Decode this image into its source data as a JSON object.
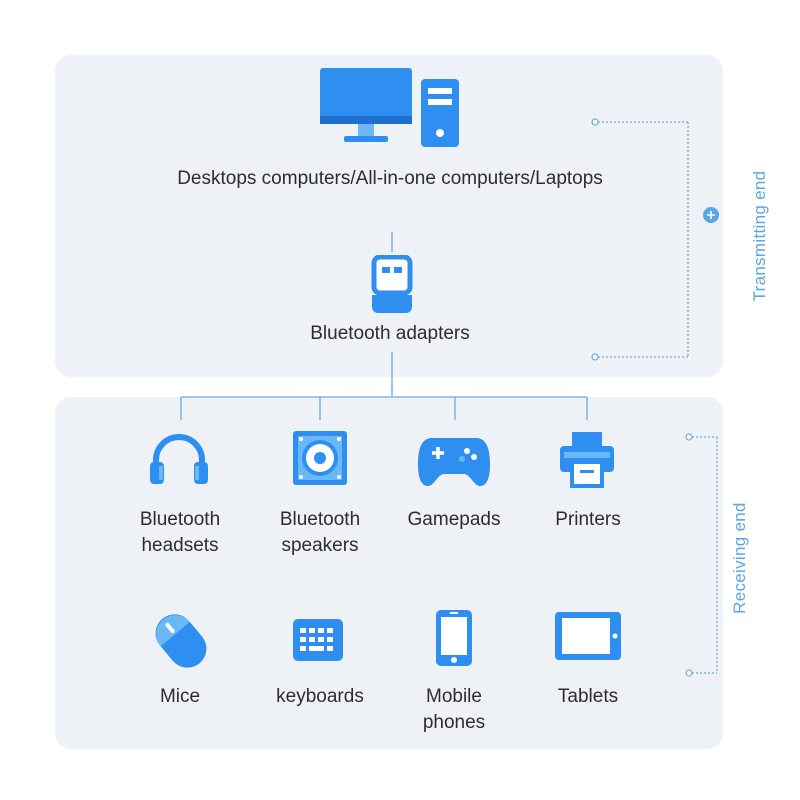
{
  "colors": {
    "accent": "#2f8ff0",
    "accent_light": "#6ab8f5",
    "line": "#5aa6e6",
    "panel": "#eef1f6"
  },
  "transmitting": {
    "side_label": "Transmitting end",
    "computers_label": "Desktops computers/All-in-one computers/Laptops",
    "adapter_label": "Bluetooth adapters",
    "icons": [
      "monitor-icon",
      "pc-tower-icon",
      "usb-adapter-icon",
      "plus-icon"
    ]
  },
  "receiving": {
    "side_label": "Receiving end",
    "devices": [
      {
        "label": "Bluetooth\nheadsets",
        "icon": "headset-icon"
      },
      {
        "label": "Bluetooth\nspeakers",
        "icon": "speaker-icon"
      },
      {
        "label": "Gamepads",
        "icon": "gamepad-icon"
      },
      {
        "label": "Printers",
        "icon": "printer-icon"
      },
      {
        "label": "Mice",
        "icon": "mouse-icon"
      },
      {
        "label": "keyboards",
        "icon": "keyboard-icon"
      },
      {
        "label": "Mobile\nphones",
        "icon": "phone-icon"
      },
      {
        "label": "Tablets",
        "icon": "tablet-icon"
      }
    ]
  }
}
